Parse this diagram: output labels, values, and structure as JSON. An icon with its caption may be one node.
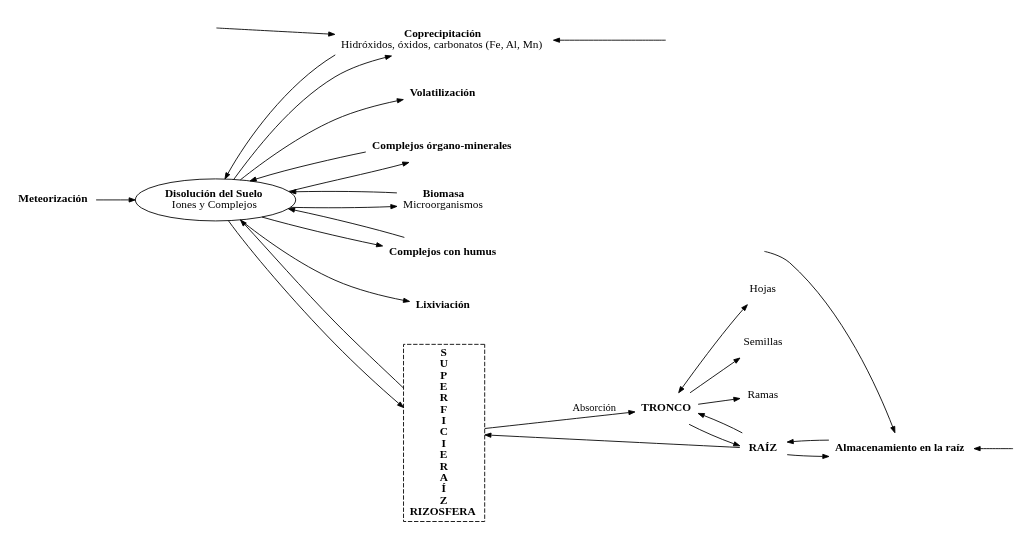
{
  "diagram": {
    "nodes": [
      {
        "text": [
          "Disolución del Suelo",
          "Iones y Complejos"
        ]
      },
      {
        "text": [
          "Volatilización"
        ]
      },
      {
        "text": [
          "Complejos órgano-minerales"
        ]
      },
      {
        "text": [
          "Meteorización"
        ]
      },
      {
        "text": [
          "Biomasa",
          "Microorganismos"
        ]
      },
      {
        "text": [
          "Coprecipitación",
          "Hidróxidos, óxidos, carbonatos (Fe, Al, Mn)"
        ]
      },
      {
        "text": [
          "Complejos con humus"
        ]
      },
      {
        "text": [
          "Lixiviación"
        ]
      },
      {
        "text": [
          "S U P E R F I C I E R A Í Z",
          "RIZOSFERA"
        ]
      },
      {
        "text": [
          "Hojas"
        ]
      },
      {
        "text": [
          "Semillas"
        ]
      },
      {
        "text": [
          "TRONCO"
        ]
      },
      {
        "text": [
          "Ramas"
        ]
      },
      {
        "text": [
          "RAÍZ"
        ]
      },
      {
        "text": [
          "Almacenamiento en la raíz"
        ]
      }
    ],
    "edges": [
      {
        "from": 0,
        "to": 1,
        "arrow": "to"
      },
      {
        "from": 0,
        "to": 2,
        "arrow": "to"
      },
      {
        "from": 2,
        "to": 0,
        "arrow": "to"
      },
      {
        "from": 3,
        "to": 0,
        "arrow": "to"
      },
      {
        "from": 0,
        "to": 4,
        "arrow": "to"
      },
      {
        "from": 4,
        "to": 0,
        "arrow": "to"
      },
      {
        "from": 5,
        "to": 0,
        "arrow": "to"
      },
      {
        "from": 0,
        "to": 5,
        "arrow": "to"
      },
      {
        "from": 0,
        "to": 6,
        "arrow": "to"
      },
      {
        "from": 6,
        "to": 0,
        "arrow": "to"
      },
      {
        "from": 0,
        "to": 7,
        "arrow": "to"
      },
      {
        "from": 0,
        "to": 8,
        "arrow": "to"
      },
      {
        "from": 8,
        "to": 0,
        "arrow": "to"
      },
      {
        "from": 8,
        "to": 11,
        "arrow": "to",
        "label": "Absorción"
      },
      {
        "from": 13,
        "to": 8,
        "arrow": "to"
      },
      {
        "from": 11,
        "to": 9,
        "arrow": "both"
      },
      {
        "from": 11,
        "to": 10,
        "arrow": "to"
      },
      {
        "from": 11,
        "to": 12,
        "arrow": "to"
      },
      {
        "from": 13,
        "to": 11,
        "arrow": "to"
      },
      {
        "from": 11,
        "to": 13,
        "arrow": "to"
      },
      {
        "from": 13,
        "to": 14,
        "arrow": "to"
      },
      {
        "from": 14,
        "to": 13,
        "arrow": "to"
      },
      {
        "from": null,
        "to": 5,
        "arrow": "to"
      },
      {
        "from": null,
        "to": 5,
        "arrow": "to"
      },
      {
        "from": null,
        "to": 14,
        "arrow": "to"
      },
      {
        "from": null,
        "to": 14,
        "arrow": "to"
      }
    ]
  }
}
